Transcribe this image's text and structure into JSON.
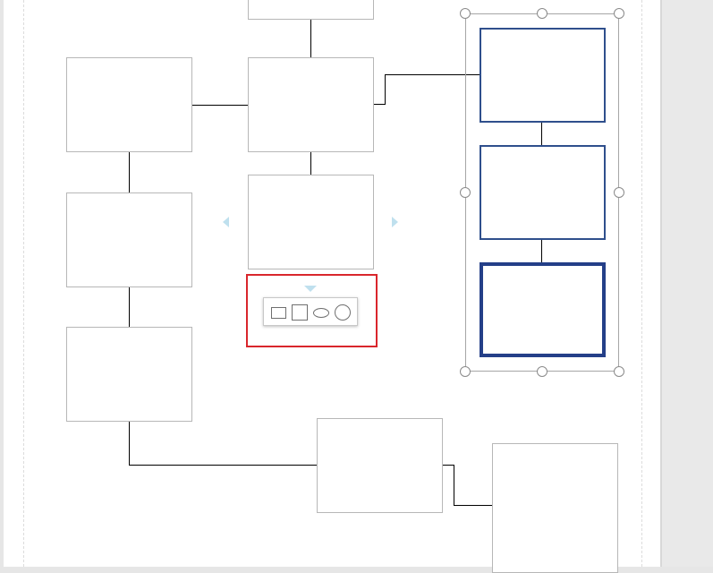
{
  "diagram": {
    "shapes": [
      "left-box-1",
      "left-box-2",
      "left-box-3",
      "center-box-top",
      "center-box-middle",
      "center-box-bottom",
      "lower-box-center",
      "lower-box-right",
      "selected-box-top",
      "selected-box-middle",
      "selected-box-bottom"
    ]
  },
  "shape_palette": {
    "options": [
      "rectangle",
      "square",
      "ellipse",
      "circle"
    ]
  },
  "colors": {
    "selection_outline": "#2f4f8c",
    "highlight": "#d9262c",
    "hover_arrow": "#bfe0ee",
    "handle": "#8a8a8a"
  }
}
